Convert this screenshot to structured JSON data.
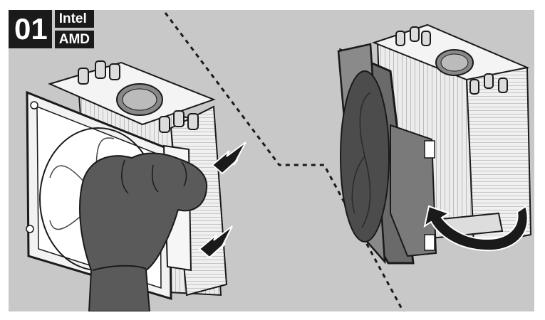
{
  "step": {
    "number": "01",
    "platforms": [
      "Intel",
      "AMD"
    ]
  },
  "colors": {
    "panel": "#c8c8c8",
    "ink": "#1a1a1a",
    "hand": "#555555",
    "fin": "#e8e8e8"
  }
}
